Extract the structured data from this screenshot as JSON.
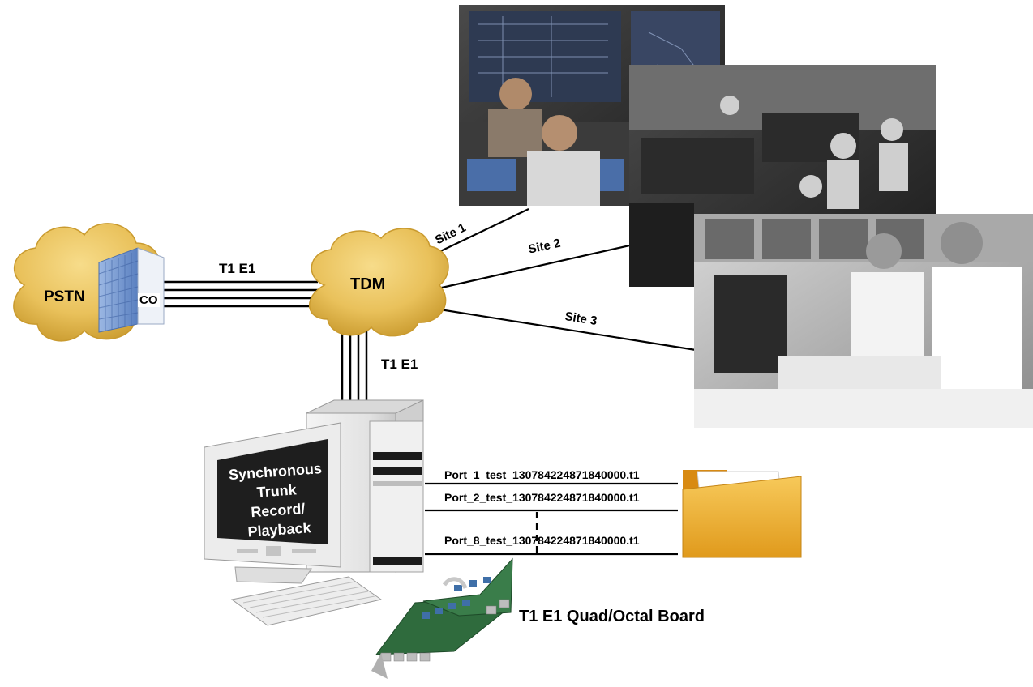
{
  "labels": {
    "pstn": "PSTN",
    "co": "CO",
    "tdm": "TDM",
    "trunk_top": "T1 E1",
    "trunk_down": "T1 E1",
    "site1": "Site 1",
    "site2": "Site 2",
    "site3": "Site 3",
    "board": "T1 E1 Quad/Octal Board"
  },
  "screen_text": [
    "Synchronous",
    "Trunk",
    "Record/",
    "Playback"
  ],
  "files": [
    "Port_1_test_130784224871840000.t1",
    "Port_2_test_130784224871840000.t1",
    "Port_8_test_130784224871840000.t1"
  ],
  "colors": {
    "cloud_fill": "#e9c15b",
    "cloud_shade": "#c99a2e",
    "building_blue": "#6d93cf",
    "folder_fill": "#f2b33a",
    "screen_bg": "#1e1e1e",
    "board_green": "#2f6b3d"
  }
}
